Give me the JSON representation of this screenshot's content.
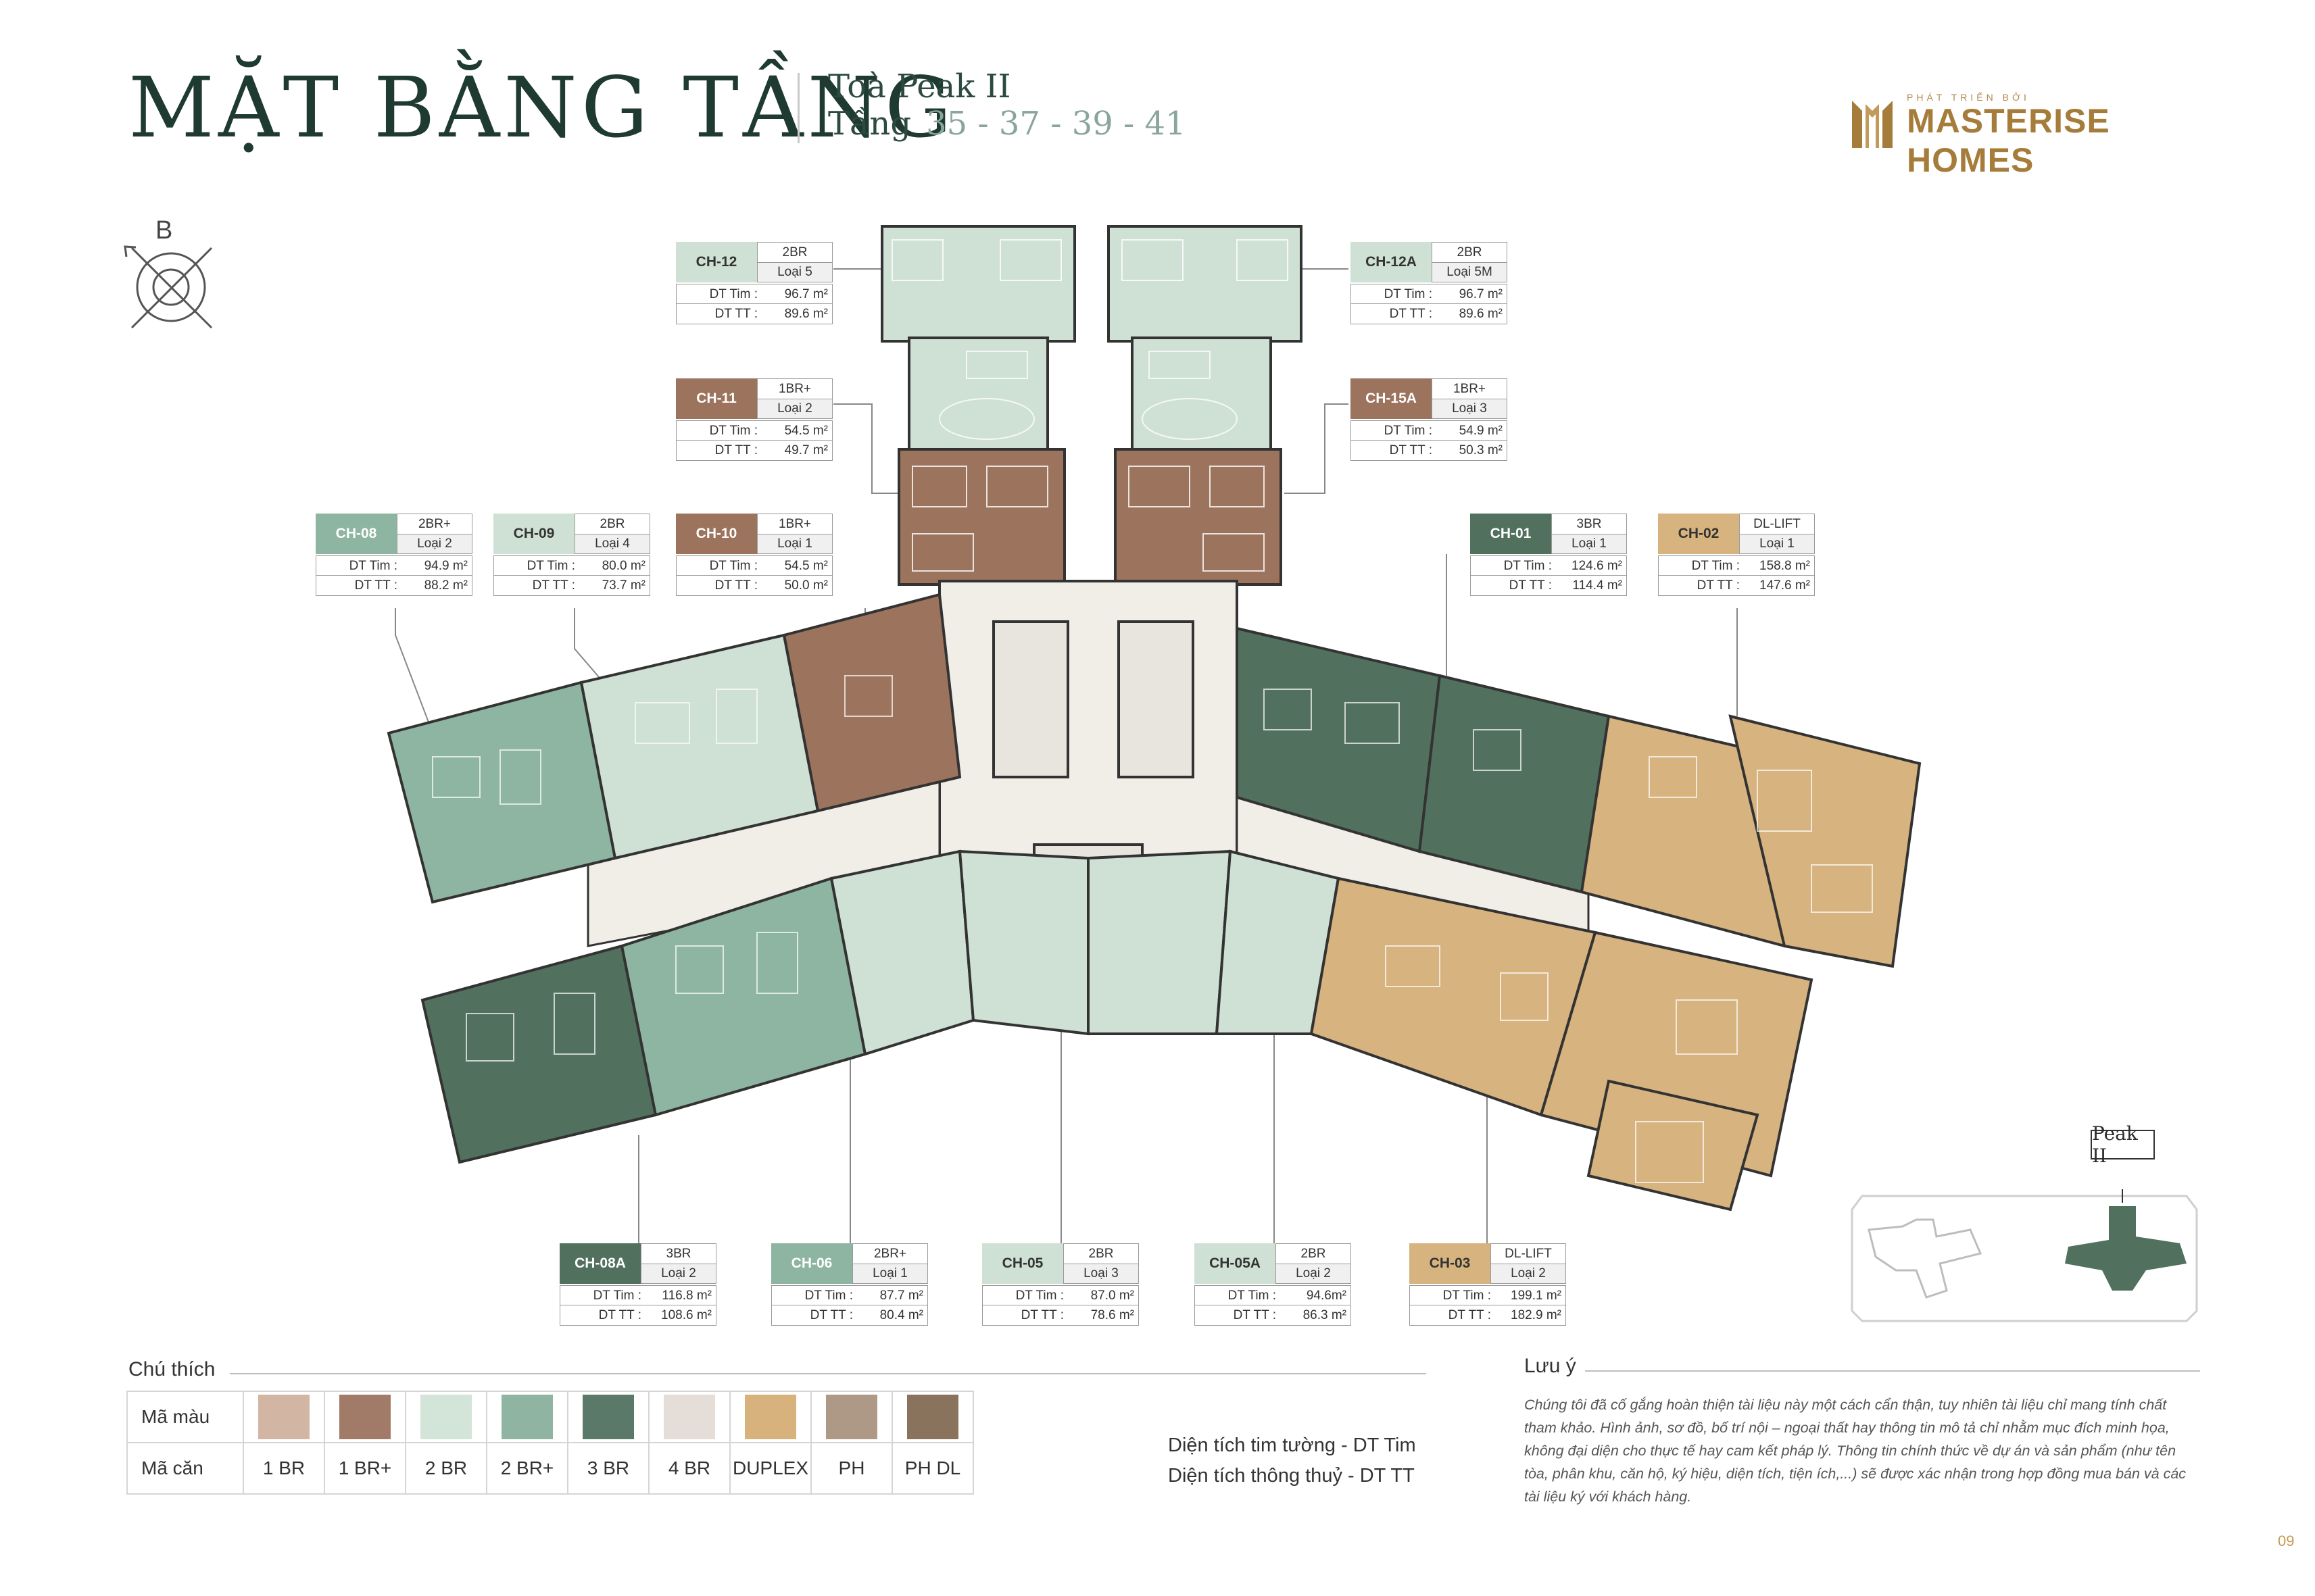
{
  "header": {
    "title": "MẶT BẰNG TẦNG",
    "tower": "Toà Peak II",
    "floor_label": "Tầng",
    "floors": "35 - 37 - 39 - 41"
  },
  "logo": {
    "tagline": "PHÁT TRIỂN BỞI",
    "brand": "MASTERISE HOMES"
  },
  "compass": {
    "north_letter": "B"
  },
  "units": [
    {
      "code": "CH-12",
      "type": "2BR",
      "sub": "Loại 5",
      "dt_tim_label": "DT Tim :",
      "dt_tim": "96.7 m²",
      "dt_tt_label": "DT TT :",
      "dt_tt": "89.6 m²",
      "color": "#cfe0d4"
    },
    {
      "code": "CH-11",
      "type": "1BR+",
      "sub": "Loại 2",
      "dt_tim_label": "DT Tim :",
      "dt_tim": "54.5 m²",
      "dt_tt_label": "DT TT :",
      "dt_tt": "49.7 m²",
      "color": "#9c735d"
    },
    {
      "code": "CH-12A",
      "type": "2BR",
      "sub": "Loại 5M",
      "dt_tim_label": "DT Tim :",
      "dt_tim": "96.7 m²",
      "dt_tt_label": "DT TT :",
      "dt_tt": "89.6 m²",
      "color": "#cfe0d4"
    },
    {
      "code": "CH-15A",
      "type": "1BR+",
      "sub": "Loại 3",
      "dt_tim_label": "DT Tim :",
      "dt_tim": "54.9 m²",
      "dt_tt_label": "DT TT :",
      "dt_tt": "50.3 m²",
      "color": "#9c735d"
    },
    {
      "code": "CH-08",
      "type": "2BR+",
      "sub": "Loại 2",
      "dt_tim_label": "DT Tim :",
      "dt_tim": "94.9 m²",
      "dt_tt_label": "DT TT :",
      "dt_tt": "88.2 m²",
      "color": "#8eb5a1"
    },
    {
      "code": "CH-09",
      "type": "2BR",
      "sub": "Loại 4",
      "dt_tim_label": "DT Tim :",
      "dt_tim": "80.0 m²",
      "dt_tt_label": "DT TT :",
      "dt_tt": "73.7 m²",
      "color": "#cfe0d4"
    },
    {
      "code": "CH-10",
      "type": "1BR+",
      "sub": "Loại 1",
      "dt_tim_label": "DT Tim :",
      "dt_tim": "54.5 m²",
      "dt_tt_label": "DT TT :",
      "dt_tt": "50.0 m²",
      "color": "#9c735d"
    },
    {
      "code": "CH-01",
      "type": "3BR",
      "sub": "Loại 1",
      "dt_tim_label": "DT Tim :",
      "dt_tim": "124.6 m²",
      "dt_tt_label": "DT TT :",
      "dt_tt": "114.4 m²",
      "color": "#51705e"
    },
    {
      "code": "CH-02",
      "type": "DL-LIFT",
      "sub": "Loại 1",
      "dt_tim_label": "DT Tim :",
      "dt_tim": "158.8 m²",
      "dt_tt_label": "DT TT :",
      "dt_tt": "147.6 m²",
      "color": "#d6b37f"
    },
    {
      "code": "CH-08A",
      "type": "3BR",
      "sub": "Loại 2",
      "dt_tim_label": "DT Tim :",
      "dt_tim": "116.8 m²",
      "dt_tt_label": "DT TT :",
      "dt_tt": "108.6 m²",
      "color": "#51705e"
    },
    {
      "code": "CH-06",
      "type": "2BR+",
      "sub": "Loại 1",
      "dt_tim_label": "DT Tim :",
      "dt_tim": "87.7 m²",
      "dt_tt_label": "DT TT :",
      "dt_tt": "80.4 m²",
      "color": "#8eb5a1"
    },
    {
      "code": "CH-05",
      "type": "2BR",
      "sub": "Loại 3",
      "dt_tim_label": "DT Tim :",
      "dt_tim": "87.0 m²",
      "dt_tt_label": "DT TT :",
      "dt_tt": "78.6 m²",
      "color": "#cfe0d4"
    },
    {
      "code": "CH-05A",
      "type": "2BR",
      "sub": "Loại 2",
      "dt_tim_label": "DT Tim :",
      "dt_tim": "94.6m²",
      "dt_tt_label": "DT TT :",
      "dt_tt": "86.3 m²",
      "color": "#cfe0d4"
    },
    {
      "code": "CH-03",
      "type": "DL-LIFT",
      "sub": "Loại 2",
      "dt_tim_label": "DT Tim :",
      "dt_tim": "199.1 m²",
      "dt_tt_label": "DT TT :",
      "dt_tt": "182.9 m²",
      "color": "#d6b37f"
    }
  ],
  "legend": {
    "heading": "Chú thích",
    "row1_label": "Mã màu",
    "row2_label": "Mã căn",
    "items": [
      {
        "label": "1 BR",
        "color": "#d2b5a3"
      },
      {
        "label": "1 BR+",
        "color": "#a17b67"
      },
      {
        "label": "2 BR",
        "color": "#d3e4d8"
      },
      {
        "label": "2 BR+",
        "color": "#8fb5a2"
      },
      {
        "label": "3 BR",
        "color": "#5a7968"
      },
      {
        "label": "4 BR",
        "color": "#e4ddd8"
      },
      {
        "label": "DUPLEX",
        "color": "#d8b27d"
      },
      {
        "label": "PH",
        "color": "#ad9985"
      },
      {
        "label": "PH DL",
        "color": "#8a735d"
      }
    ],
    "def_tim": "Diện tích tim tường - DT Tim",
    "def_tt": "Diện tích thông thuỷ - DT TT"
  },
  "note": {
    "heading": "Lưu ý",
    "text": "Chúng tôi đã cố gắng hoàn thiện tài liệu này một cách cẩn thận, tuy nhiên tài liệu chỉ mang tính chất tham khảo. Hình ảnh, sơ đồ, bố trí nội – ngoại thất hay thông tin mô tả chỉ nhằm mục đích minh họa, không đại diện cho thực tế hay cam kết pháp lý. Thông tin chính thức về dự án và sản phẩm (như tên tòa, phân khu, căn hộ, ký hiệu, diện tích, tiện ích,...) sẽ được xác nhận trong hợp đồng mua bán và các tài liệu ký với khách hàng."
  },
  "keyplan": {
    "label": "Peak II"
  },
  "page_number": "09"
}
